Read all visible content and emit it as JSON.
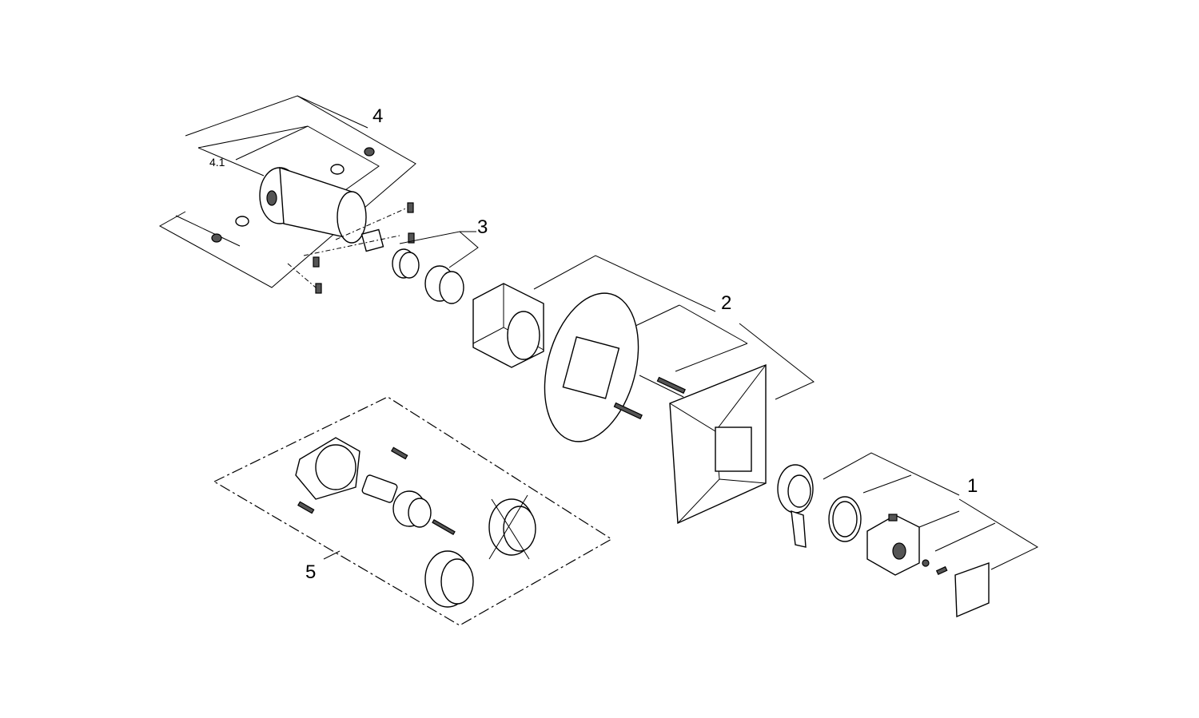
{
  "diagram": {
    "labels": {
      "part_4": "4",
      "part_4_1": "4.1",
      "part_3": "3",
      "part_2": "2",
      "part_1": "1",
      "part_5": "5"
    }
  }
}
